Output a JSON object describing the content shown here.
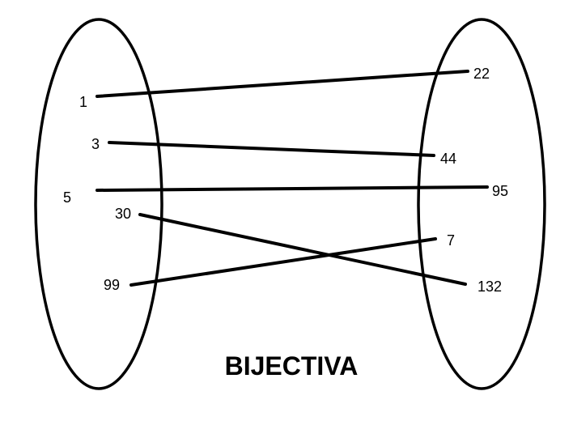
{
  "title": "BIJECTIVA",
  "domain_set": {
    "elements": [
      "1",
      "3",
      "5",
      "30",
      "99"
    ]
  },
  "codomain_set": {
    "elements": [
      "22",
      "44",
      "95",
      "7",
      "132"
    ]
  },
  "mappings": [
    {
      "from": "1",
      "to": "22"
    },
    {
      "from": "3",
      "to": "44"
    },
    {
      "from": "5",
      "to": "95"
    },
    {
      "from": "30",
      "to": "132"
    },
    {
      "from": "99",
      "to": "7"
    }
  ],
  "colors": {
    "stroke": "#000000",
    "background": "#ffffff"
  }
}
